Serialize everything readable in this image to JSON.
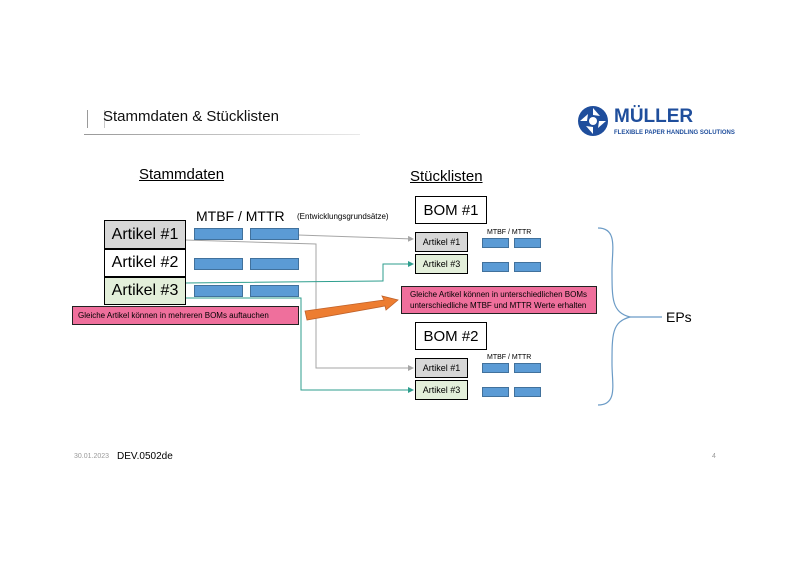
{
  "header": {
    "title": "Stammdaten & Stücklisten"
  },
  "logo": {
    "brand": "MÜLLER",
    "tagline": "FLEXIBLE PAPER HANDLING SOLUTIONS",
    "brand_color": "#1f4e9c"
  },
  "left": {
    "heading": "Stammdaten",
    "mtbf_label": "MTBF / MTTR",
    "mtbf_note": "(Entwicklungsgrundsätze)",
    "articles": [
      "Artikel #1",
      "Artikel #2",
      "Artikel #3"
    ],
    "note": "Gleiche Artikel können in mehreren BOMs auftauchen"
  },
  "right": {
    "heading": "Stücklisten",
    "bom1": {
      "title": "BOM #1",
      "mtbf_label": "MTBF / MTTR",
      "items": [
        "Artikel #1",
        "Artikel #3"
      ]
    },
    "bom2": {
      "title": "BOM #2",
      "mtbf_label": "MTBF / MTTR",
      "items": [
        "Artikel #1",
        "Artikel #3"
      ]
    },
    "note_line1": "Gleiche Artikel können in unterschiedlichen BOMs",
    "note_line2": "unterschiedliche MTBF und MTTR Werte erhalten",
    "eps_label": "EPs"
  },
  "colors": {
    "box_blue": "#5b9bd5",
    "note_pink": "#ef6f9c",
    "connector_green": "#2e9e8e",
    "connector_gray": "#a6a6a6",
    "arrow_orange": "#ed7d31",
    "brace_blue": "#6b9bc6"
  },
  "footer": {
    "date": "30.01.2023",
    "code": "DEV.0502de",
    "page": "4"
  }
}
